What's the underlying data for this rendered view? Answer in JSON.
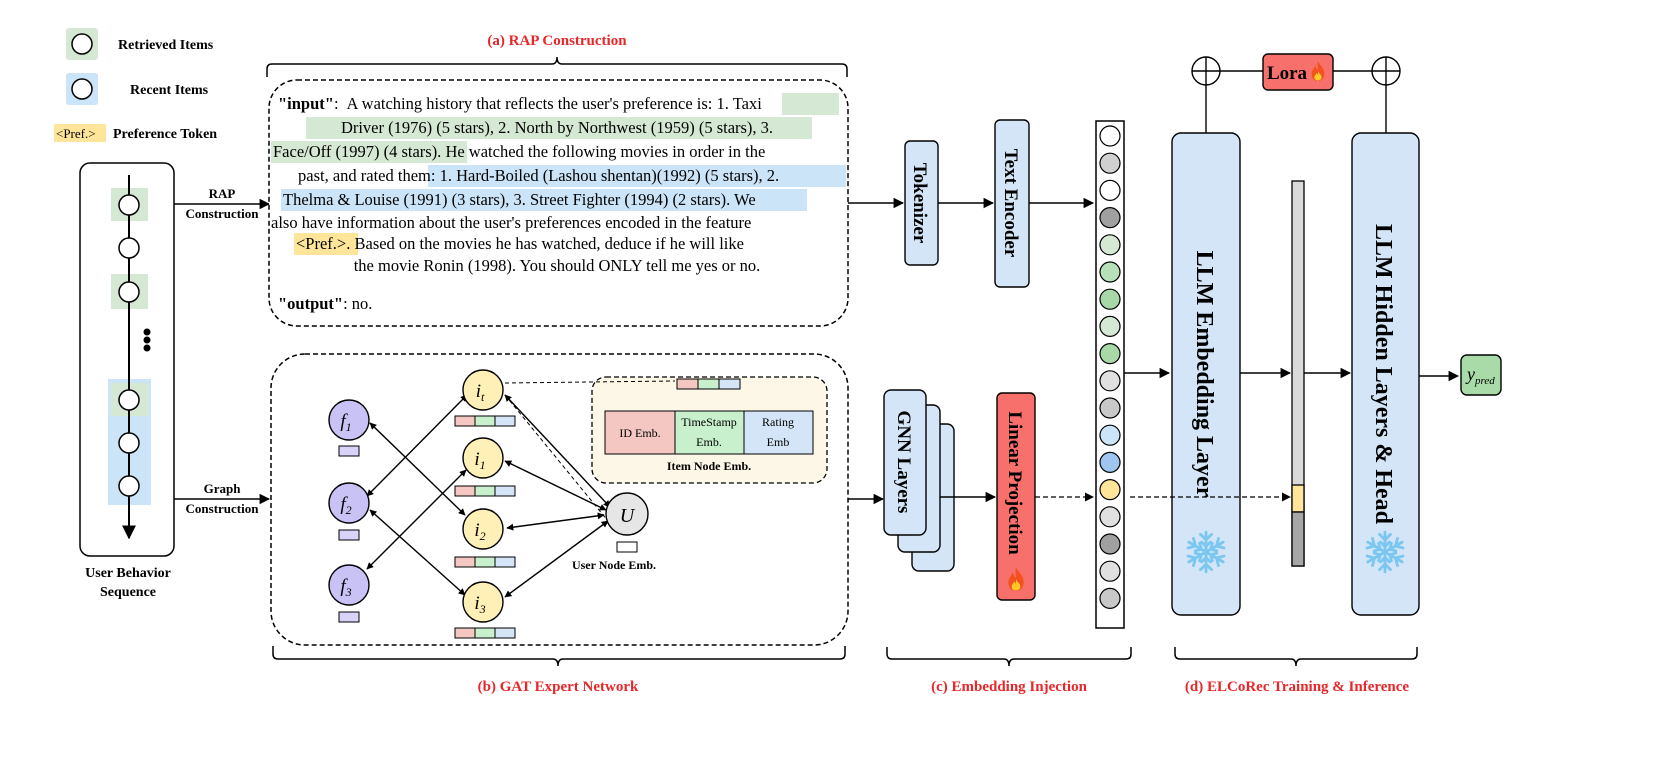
{
  "legend": {
    "retrieved": "Retrieved Items",
    "recent": "Recent Items",
    "pref_token": "<Pref.>",
    "pref_label": "Preference Token"
  },
  "sections": {
    "a": "(a) RAP Construction",
    "b": "(b) GAT Expert Network",
    "c": "(c) Embedding Injection",
    "d": "(d) ELCoRec Training & Inference"
  },
  "sequence": {
    "title_line1": "User Behavior",
    "title_line2": "Sequence",
    "rap_line1": "RAP",
    "rap_line2": "Construction",
    "graph_line1": "Graph",
    "graph_line2": "Construction"
  },
  "prompt": {
    "input_key": "\"input\"",
    "colon": ":",
    "line1_plain": "A watching history that reflects the user's preference is: ",
    "line1_green": "1. Taxi",
    "line2_green": "Driver (1976) (5 stars), 2. North by Northwest (1959) (5 stars), 3.",
    "line3_green": "Face/Off (1997) (4 stars).",
    "line3_plain": " He watched the following movies in order in the",
    "line4_plain": "past, and rated them: ",
    "line4_blue": "1. Hard-Boiled (Lashou shentan)(1992) (5 stars), 2.",
    "line5_blue": "Thelma & Louise (1991) (3 stars), 3. Street Fighter (1994) (2 stars).",
    "line5_plain": " We",
    "line6_plain": "also have information about the user's preferences encoded in the feature",
    "line7_pref": "<Pref.>",
    "line7_plain": ". Based on the movies he has watched, deduce if he will like",
    "line8_plain": "the movie Ronin (1998). You should ONLY tell me yes or no.",
    "output_key": "\"output\"",
    "output_val": ": no."
  },
  "graph": {
    "f1": "f",
    "f1_sub": "1",
    "f2": "f",
    "f2_sub": "2",
    "f3": "f",
    "f3_sub": "3",
    "it": "i",
    "it_sub": "t",
    "i1": "i",
    "i1_sub": "1",
    "i2": "i",
    "i2_sub": "2",
    "i3": "i",
    "i3_sub": "3",
    "u": "U",
    "user_emb": "User Node Emb.",
    "item_emb": "Item Node Emb.",
    "id_emb": "ID Emb.",
    "ts_emb_1": "TimeStamp",
    "ts_emb_2": "Emb.",
    "rating_emb_1": "Rating",
    "rating_emb_2": "Emb"
  },
  "modules": {
    "tokenizer": "Tokenizer",
    "text_encoder": "Text Encoder",
    "gnn": "GNN Layers",
    "linear": "Linear Projection",
    "lora": "Lora",
    "llm_embed": "LLM Embedding Layer",
    "llm_hidden": "LLM Hidden Layers & Head",
    "output_y": "y",
    "output_sub": "pred"
  },
  "icons": {
    "fire": "fire-icon",
    "snowflake": "snowflake-icon",
    "circle_plus": "circle-plus-icon"
  },
  "colors": {
    "green_hl": "#d5e8d4",
    "blue_hl": "#cce4f7",
    "pref_hl": "#ffe599",
    "red_title": "#e8272a",
    "module_blue": "#d4e5f7",
    "f_node": "#c9c3f5",
    "i_node": "#fff0b8",
    "red_module": "#f8706b"
  }
}
